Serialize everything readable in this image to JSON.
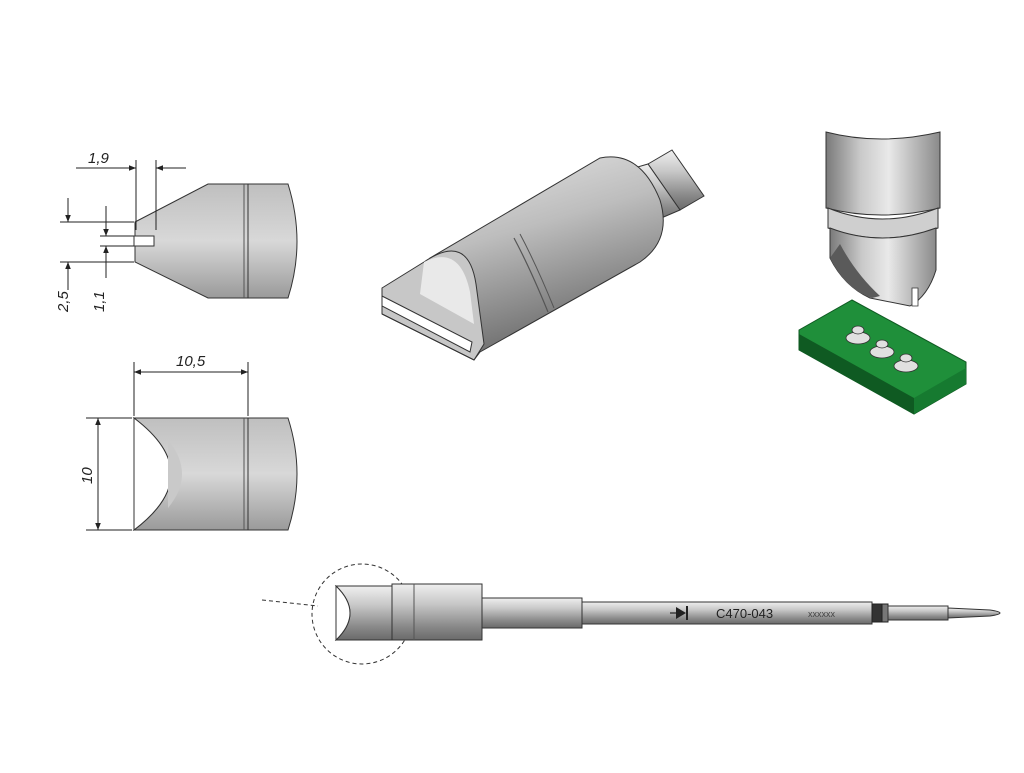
{
  "dimensions": {
    "slot_width": "1,9",
    "tip_height": "2,5",
    "slot_depth": "1,1",
    "length": "10,5",
    "width": "10"
  },
  "tool_label": {
    "part_number": "C470-043",
    "serial": "xxxxxx"
  },
  "colors": {
    "metal_light": "#d9d9d9",
    "metal_mid": "#a8a8a8",
    "metal_dark": "#6e6e6e",
    "pcb_green": "#1f8f3a",
    "pcb_dark": "#0f5a22",
    "line": "#222222"
  },
  "icons": [
    "arrow-icon",
    "diode-icon"
  ]
}
